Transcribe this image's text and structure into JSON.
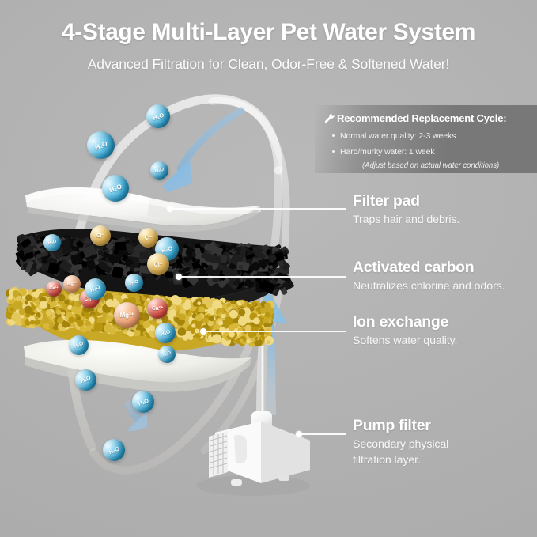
{
  "header": {
    "title": "4-Stage Multi-Layer Pet Water System",
    "subtitle": "Advanced Filtration for Clean, Odor-Free & Softened Water!"
  },
  "info_box": {
    "icon": "wrench-icon",
    "heading": "Recommended Replacement Cycle:",
    "bullets": [
      "Normal water quality: 2-3 weeks",
      "Hard/murky water: 1 week"
    ],
    "note": "(Adjust based on actual water conditions)"
  },
  "stages": [
    {
      "id": "filter-pad",
      "title": "Filter pad",
      "description": "Traps hair and debris.",
      "color": "#f2f2f0"
    },
    {
      "id": "activated-carbon",
      "title": "Activated carbon",
      "description": "Neutralizes chlorine and odors.",
      "color": "#171717"
    },
    {
      "id": "ion-exchange",
      "title": "Ion exchange",
      "description": "Softens water quality.",
      "color": "#d2b227"
    },
    {
      "id": "pump-filter",
      "title": "Pump filter",
      "description_line1": "Secondary physical",
      "description_line2": "filtration layer.",
      "color": "#f4f4f4"
    }
  ],
  "molecules": {
    "water_label": "H₂O",
    "calcium_label": "Ca²⁺",
    "magnesium_label": "Mg²⁺",
    "chloride_label": "Cl⁻"
  },
  "palette": {
    "background": "#b3b3b3",
    "text_white": "#ffffff",
    "arrow_blue": "#7fb4dc",
    "water_blue": "#2fa5d4",
    "calcium_red": "#de4b42",
    "magnesium_orange": "#ef9d6a",
    "chloride_yellow": "#dfae4b",
    "carbon_black": "#171717",
    "resin_gold": "#d2b227",
    "pad_white": "#f2f2f0"
  }
}
